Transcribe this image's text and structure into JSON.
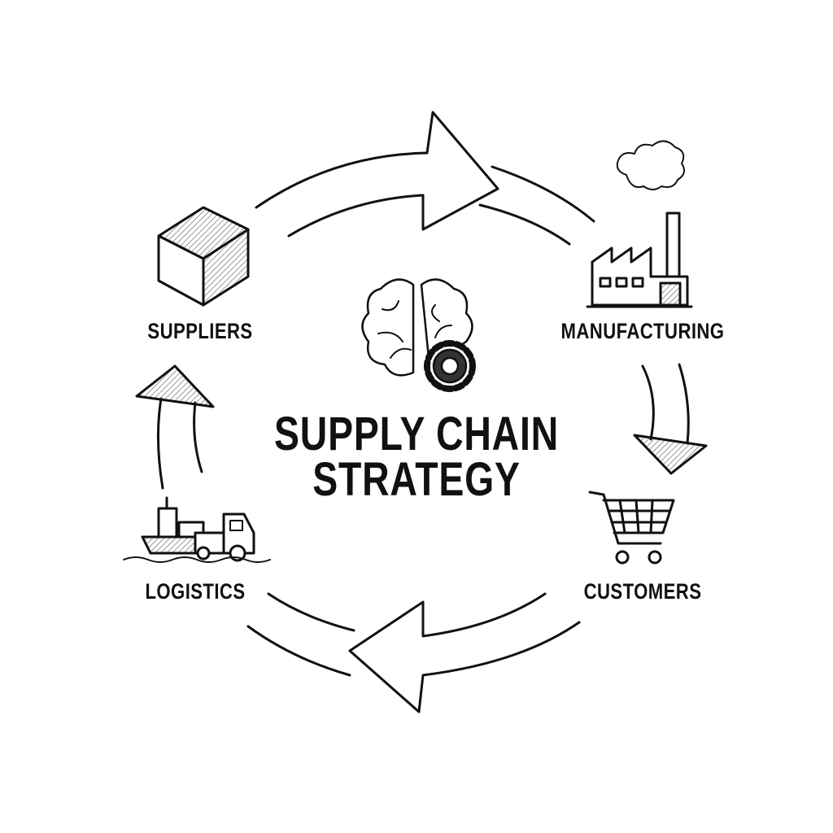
{
  "title": {
    "line1": "SUPPLY CHAIN",
    "line2": "STRATEGY"
  },
  "nodes": {
    "suppliers": {
      "label": "SUPPLIERS",
      "icon": "box-icon"
    },
    "manufacturing": {
      "label": "MANUFACTURING",
      "icon": "factory-icon"
    },
    "customers": {
      "label": "CUSTOMERS",
      "icon": "shopping-cart-icon"
    },
    "logistics": {
      "label": "LOGISTICS",
      "icon": "ship-truck-icon"
    }
  },
  "center_icon": "brain-gear-icon",
  "colors": {
    "ink": "#111111",
    "background": "#ffffff"
  }
}
